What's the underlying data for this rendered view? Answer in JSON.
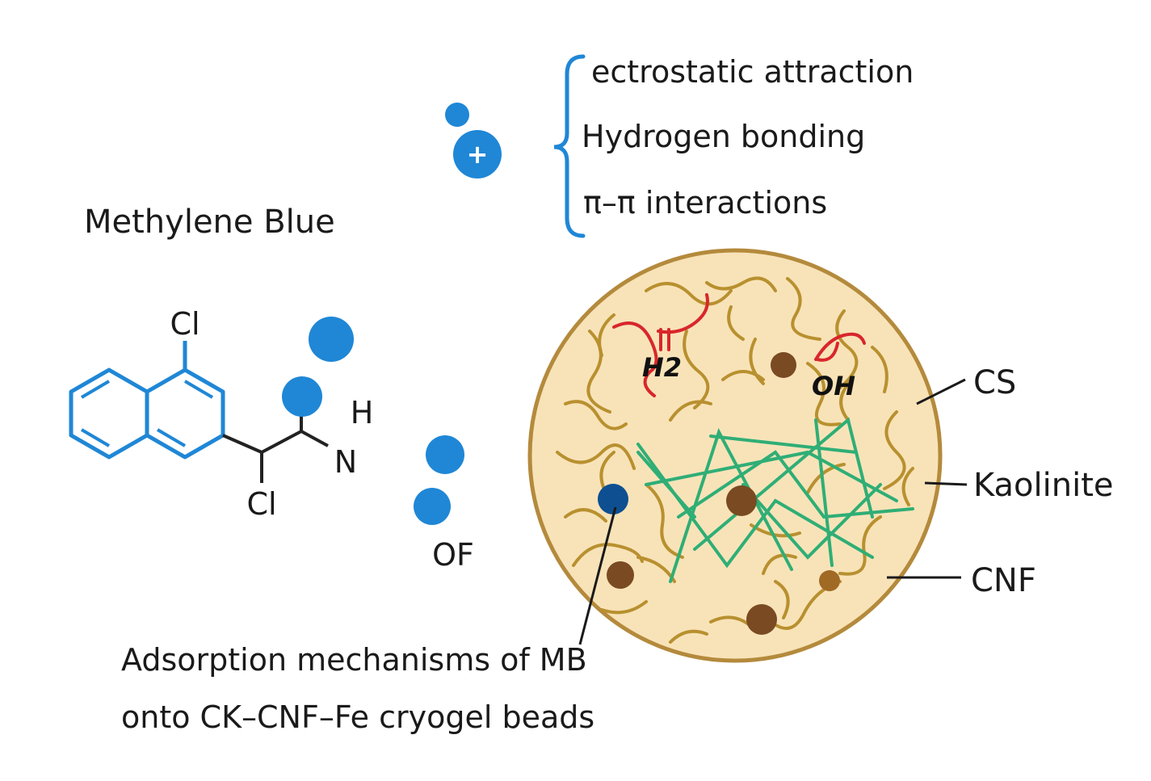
{
  "mechanisms": {
    "items": [
      "ectrostatic attraction",
      "Hydrogen bonding",
      "π–π interactions"
    ]
  },
  "ion": {
    "sign": "+"
  },
  "molecule": {
    "title": "Methylene Blue",
    "atoms": {
      "cl_top": "Cl",
      "cl_bottom": "Cl",
      "h": "H",
      "n": "N"
    }
  },
  "of_label": "OF",
  "bead": {
    "h2_label": "H2",
    "oh_label": "OH",
    "callouts": {
      "cs": "CS",
      "kaolinite": "Kaolinite",
      "cnf": "CNF"
    }
  },
  "caption": {
    "line1": "Adsorption mechanisms of MB",
    "line2": "onto CK–CNF–Fe cryogel beads"
  },
  "colors": {
    "mb_blue": "#1f87d6",
    "dark_blue": "#0d4f91",
    "bead_fill": "#f8e3b8",
    "bead_stroke": "#b48a3c",
    "fiber_cs": "#b8902f",
    "fiber_cnf": "#2fae76",
    "red": "#d8262c",
    "particle_brown": "#7a4a22"
  }
}
